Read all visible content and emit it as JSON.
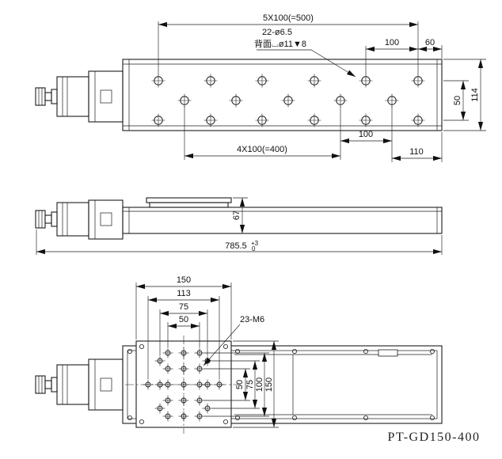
{
  "top": {
    "pitch_top": "5X100(=500)",
    "holes_note": "22-ø6.5",
    "counterbore_note": "背面⌴ø11▼8",
    "dim_100": "100",
    "dim_60": "60",
    "dim_50": "50",
    "dim_114": "114",
    "dim_pitch_100": "100",
    "pitch_bottom": "4X100(=400)",
    "dim_110": "110"
  },
  "side": {
    "dim_67": "67",
    "overall_length": "785.5",
    "tol_upper": "+3",
    "tol_lower": "0"
  },
  "bottom": {
    "width_150": "150",
    "width_113": "113",
    "width_75": "75",
    "width_50": "50",
    "thread_note": "23-M6",
    "height_50": "50",
    "height_75": "75",
    "height_100": "100",
    "height_150": "150"
  },
  "footer": {
    "model": "PT-GD150-400"
  }
}
